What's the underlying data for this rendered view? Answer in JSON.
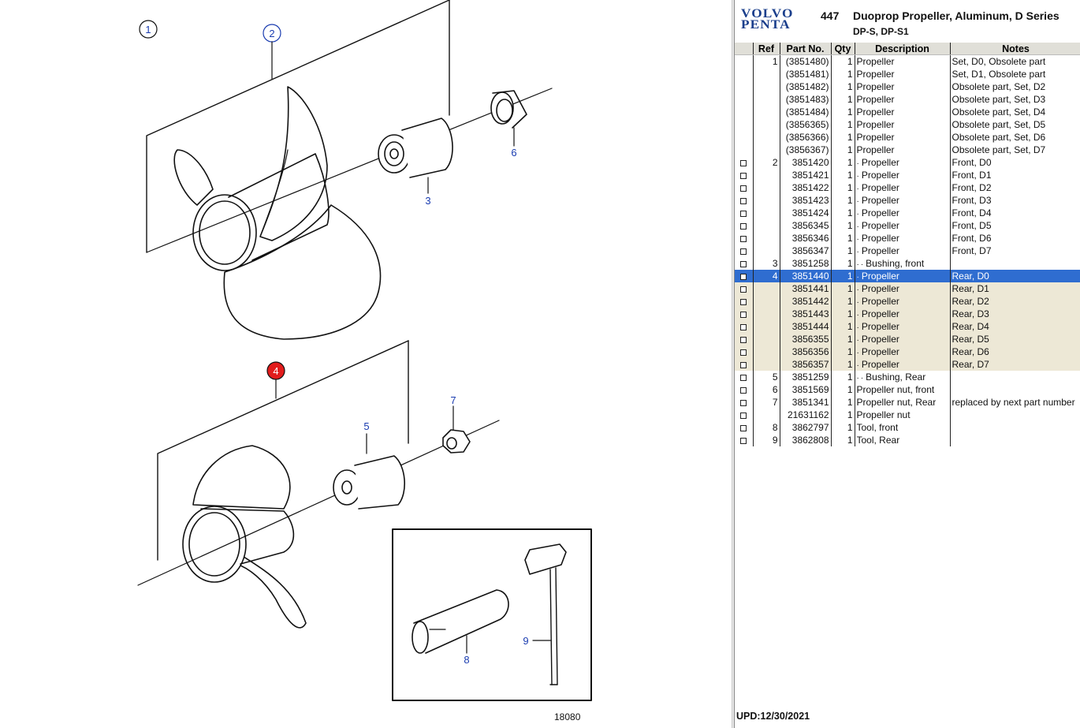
{
  "header": {
    "logo_line1": "VOLVO",
    "logo_line2": "PENTA",
    "section": "447",
    "title": "Duoprop Propeller, Aluminum, D Series",
    "subtitle": "DP-S, DP-S1"
  },
  "columns": [
    "Ref",
    "Part No.",
    "Qty",
    "Description",
    "Notes"
  ],
  "rows": [
    {
      "check": false,
      "ref": "1",
      "part": "(3851480)",
      "qty": "1",
      "indent": 0,
      "desc": "Propeller",
      "notes": "Set, D0, Obsolete part",
      "state": ""
    },
    {
      "check": false,
      "ref": "",
      "part": "(3851481)",
      "qty": "1",
      "indent": 0,
      "desc": "Propeller",
      "notes": "Set, D1, Obsolete part",
      "state": ""
    },
    {
      "check": false,
      "ref": "",
      "part": "(3851482)",
      "qty": "1",
      "indent": 0,
      "desc": "Propeller",
      "notes": "Obsolete part, Set, D2",
      "state": ""
    },
    {
      "check": false,
      "ref": "",
      "part": "(3851483)",
      "qty": "1",
      "indent": 0,
      "desc": "Propeller",
      "notes": "Obsolete part, Set, D3",
      "state": ""
    },
    {
      "check": false,
      "ref": "",
      "part": "(3851484)",
      "qty": "1",
      "indent": 0,
      "desc": "Propeller",
      "notes": "Obsolete part, Set, D4",
      "state": ""
    },
    {
      "check": false,
      "ref": "",
      "part": "(3856365)",
      "qty": "1",
      "indent": 0,
      "desc": "Propeller",
      "notes": "Obsolete part, Set, D5",
      "state": ""
    },
    {
      "check": false,
      "ref": "",
      "part": "(3856366)",
      "qty": "1",
      "indent": 0,
      "desc": "Propeller",
      "notes": "Obsolete part, Set, D6",
      "state": ""
    },
    {
      "check": false,
      "ref": "",
      "part": "(3856367)",
      "qty": "1",
      "indent": 0,
      "desc": "Propeller",
      "notes": "Obsolete part, Set, D7",
      "state": ""
    },
    {
      "check": true,
      "ref": "2",
      "part": "3851420",
      "qty": "1",
      "indent": 1,
      "desc": "Propeller",
      "notes": "Front, D0",
      "state": ""
    },
    {
      "check": true,
      "ref": "",
      "part": "3851421",
      "qty": "1",
      "indent": 1,
      "desc": "Propeller",
      "notes": "Front, D1",
      "state": ""
    },
    {
      "check": true,
      "ref": "",
      "part": "3851422",
      "qty": "1",
      "indent": 1,
      "desc": "Propeller",
      "notes": "Front, D2",
      "state": ""
    },
    {
      "check": true,
      "ref": "",
      "part": "3851423",
      "qty": "1",
      "indent": 1,
      "desc": "Propeller",
      "notes": "Front, D3",
      "state": ""
    },
    {
      "check": true,
      "ref": "",
      "part": "3851424",
      "qty": "1",
      "indent": 1,
      "desc": "Propeller",
      "notes": "Front, D4",
      "state": ""
    },
    {
      "check": true,
      "ref": "",
      "part": "3856345",
      "qty": "1",
      "indent": 1,
      "desc": "Propeller",
      "notes": "Front, D5",
      "state": ""
    },
    {
      "check": true,
      "ref": "",
      "part": "3856346",
      "qty": "1",
      "indent": 1,
      "desc": "Propeller",
      "notes": "Front, D6",
      "state": ""
    },
    {
      "check": true,
      "ref": "",
      "part": "3856347",
      "qty": "1",
      "indent": 1,
      "desc": "Propeller",
      "notes": "Front, D7",
      "state": ""
    },
    {
      "check": true,
      "ref": "3",
      "part": "3851258",
      "qty": "1",
      "indent": 2,
      "desc": "Bushing, front",
      "notes": "",
      "state": ""
    },
    {
      "check": true,
      "ref": "4",
      "part": "3851440",
      "qty": "1",
      "indent": 1,
      "desc": "Propeller",
      "notes": "Rear, D0",
      "state": "sel"
    },
    {
      "check": true,
      "ref": "",
      "part": "3851441",
      "qty": "1",
      "indent": 1,
      "desc": "Propeller",
      "notes": "Rear, D1",
      "state": "alt"
    },
    {
      "check": true,
      "ref": "",
      "part": "3851442",
      "qty": "1",
      "indent": 1,
      "desc": "Propeller",
      "notes": "Rear, D2",
      "state": "alt"
    },
    {
      "check": true,
      "ref": "",
      "part": "3851443",
      "qty": "1",
      "indent": 1,
      "desc": "Propeller",
      "notes": "Rear, D3",
      "state": "alt"
    },
    {
      "check": true,
      "ref": "",
      "part": "3851444",
      "qty": "1",
      "indent": 1,
      "desc": "Propeller",
      "notes": "Rear, D4",
      "state": "alt"
    },
    {
      "check": true,
      "ref": "",
      "part": "3856355",
      "qty": "1",
      "indent": 1,
      "desc": "Propeller",
      "notes": "Rear, D5",
      "state": "alt"
    },
    {
      "check": true,
      "ref": "",
      "part": "3856356",
      "qty": "1",
      "indent": 1,
      "desc": "Propeller",
      "notes": "Rear, D6",
      "state": "alt"
    },
    {
      "check": true,
      "ref": "",
      "part": "3856357",
      "qty": "1",
      "indent": 1,
      "desc": "Propeller",
      "notes": "Rear, D7",
      "state": "alt"
    },
    {
      "check": true,
      "ref": "5",
      "part": "3851259",
      "qty": "1",
      "indent": 2,
      "desc": "Bushing, Rear",
      "notes": "",
      "state": ""
    },
    {
      "check": true,
      "ref": "6",
      "part": "3851569",
      "qty": "1",
      "indent": 0,
      "desc": "Propeller nut, front",
      "notes": "",
      "state": ""
    },
    {
      "check": true,
      "ref": "7",
      "part": "3851341",
      "qty": "1",
      "indent": 0,
      "desc": "Propeller nut, Rear",
      "notes": "replaced by next part number",
      "state": ""
    },
    {
      "check": true,
      "ref": "",
      "part": "21631162",
      "qty": "1",
      "indent": 0,
      "desc": "Propeller nut",
      "notes": "",
      "state": ""
    },
    {
      "check": true,
      "ref": "8",
      "part": "3862797",
      "qty": "1",
      "indent": 0,
      "desc": "Tool, front",
      "notes": "",
      "state": ""
    },
    {
      "check": true,
      "ref": "9",
      "part": "3862808",
      "qty": "1",
      "indent": 0,
      "desc": "Tool, Rear",
      "notes": "",
      "state": ""
    }
  ],
  "diagram": {
    "callouts": [
      "1",
      "2",
      "3",
      "4",
      "5",
      "6",
      "7",
      "8",
      "9"
    ],
    "figure_number": "18080",
    "highlight_color": "#e21c1c",
    "callout_color": "#1a3cb0"
  },
  "footer": {
    "updated": "UPD:12/30/2021"
  },
  "colors": {
    "selected_row": "#2f6dd0",
    "alt_row": "#ede8d6",
    "header_bg": "#e0dfd8",
    "logo": "#1b3f8c"
  }
}
